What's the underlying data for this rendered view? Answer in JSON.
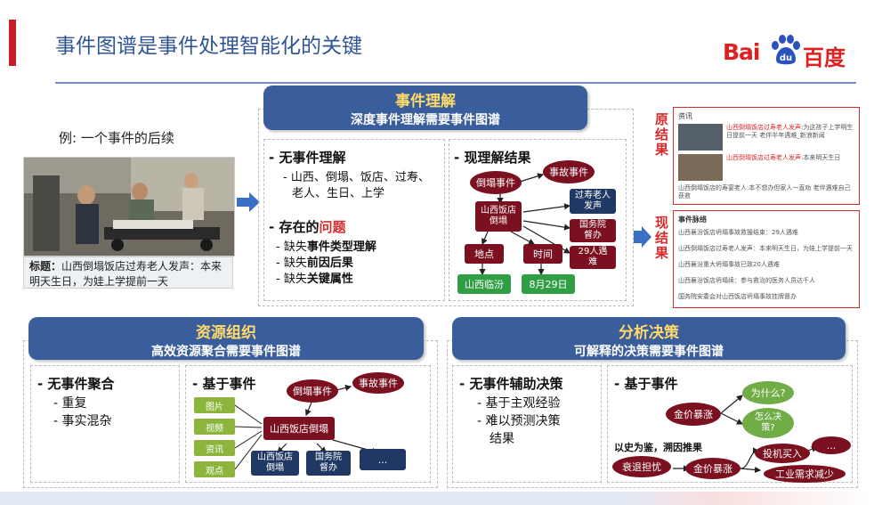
{
  "title": "事件图谱是事件处理智能化的关键",
  "logo": {
    "bai": "Bai",
    "cn": "百度"
  },
  "example": {
    "label": "例: 一个事件的后续",
    "caption_bold": "标题：",
    "caption_text": "山西倒塌饭店过寿老人发声：本来明天生日，为娃上学提前一天"
  },
  "understanding": {
    "title": "事件理解",
    "subtitle": "深度事件理解需要事件图谱",
    "no_understanding": {
      "heading": "- 无事件理解",
      "items": [
        "- 山西、倒塌、饭店、过寿、",
        "老人、生日、上学"
      ]
    },
    "problems": {
      "heading_prefix": "- 存在的",
      "heading_red": "问题",
      "items": [
        {
          "pre": "- 缺失",
          "bold": "事件类型理解"
        },
        {
          "pre": "- 缺失",
          "bold": "前因后果"
        },
        {
          "pre": "- 缺失",
          "bold": "关键属性"
        }
      ]
    },
    "result": {
      "heading": "- 现理解结果",
      "nodes": {
        "collapse": "倒塌事件",
        "accident": "事故事件",
        "hotel": "山西饭店倒塌",
        "elder": "过寿老人发声",
        "council": "国务院督办",
        "rescue": "29人遇难",
        "place": "地点",
        "time": "时间",
        "linfen": "山西临汾",
        "date": "8月29日"
      }
    },
    "old_label": "原结果",
    "new_label": "现结果",
    "side_top": {
      "header": "资讯",
      "line1_red": "山西倒塌饭店过寿老人发声",
      "line1_rest": ":为这孩子上学明生日提前一天 老伴半年遇难_新浪新闻",
      "line2_red": "山西倒塌饭店过寿老人发声",
      "line2_rest": ":本来明天生日",
      "line3": "山西倒塌饭店的寿宴老人:本不想办但家人一直劝 老伴遇难自己获救"
    },
    "side_bottom": {
      "header": "事件脉络",
      "items": [
        "山西襄汾饭店坍塌事故救援结束：29人遇难",
        "山西倒塌饭店过寿老人发声：本来明天生日，为娃上学提前一天",
        "山西襄汾重大坍塌事故已致20人遇难",
        "山西襄汾饭店坍塌续：参与救治的医务人员达千人",
        "国务院安委会对山西饭店坍塌事故挂牌督办"
      ]
    }
  },
  "resources": {
    "title": "资源组织",
    "subtitle": "高效资源聚合需要事件图谱",
    "left_heading": "- 无事件聚合",
    "left_items": [
      "- 重复",
      "- 事实混杂"
    ],
    "right_heading": "- 基于事件",
    "media": [
      "图片",
      "视频",
      "资讯",
      "观点"
    ],
    "nodes": {
      "collapse": "倒塌事件",
      "accident": "事故事件",
      "hotel": "山西饭店倒塌",
      "sub1": "山西饭店倒塌",
      "sub2": "国务院督办",
      "sub3": "..."
    }
  },
  "analysis": {
    "title": "分析决策",
    "subtitle": "可解释的决策需要事件图谱",
    "left_heading": "- 无事件辅助决策",
    "left_items": [
      "- 基于主观经验",
      "- 难以预测决策",
      "结果"
    ],
    "right_heading": "- 基于事件",
    "nodes": {
      "gold1": "金价暴涨",
      "why": "为什么?",
      "how": "怎么决策?",
      "history": "以史为鉴，溯因推果",
      "recession": "衰退担忧",
      "gold2": "金价暴涨",
      "speculate": "投机买入",
      "more": "...",
      "industry": "工业需求减少"
    }
  },
  "colors": {
    "accent_blue": "#3a5d9c",
    "dark_red": "#7a1020",
    "title_blue": "#2f5597",
    "red": "#d62b2b"
  }
}
